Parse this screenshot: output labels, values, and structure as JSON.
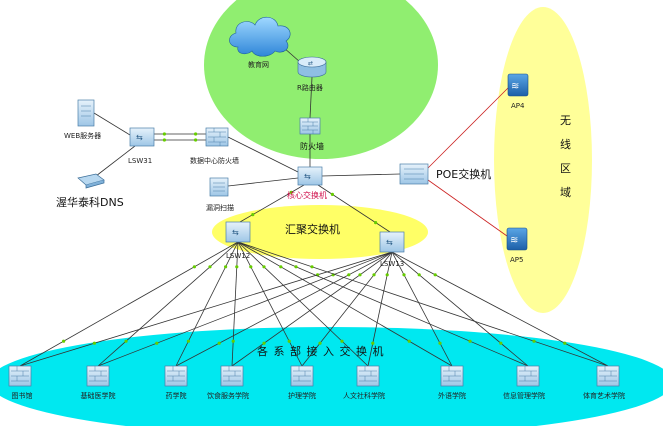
{
  "zones": {
    "wireless_chars": [
      "无",
      "线",
      "区",
      "域"
    ],
    "aggregation_label": "汇聚交换机",
    "access_label": "各 系 部 接 入 交 换 机"
  },
  "nodes": {
    "internet": "教育网",
    "router": "R路由器",
    "firewall": "防火墙",
    "core": "核心交换机",
    "lsw31": "LSW31",
    "web_server": "WEB服务器",
    "dc_firewall": "数据中心防火墙",
    "dns": "渥华泰科DNS",
    "vuln_scan": "漏洞扫描",
    "poe": "POE交换机",
    "ap4": "AP4",
    "ap5": "AP5",
    "lsw12": "LSW12",
    "lsw13": "LSW13"
  },
  "departments": [
    "图书馆",
    "基础医学院",
    "药学院",
    "饮食服务学院",
    "护理学院",
    "人文社科学院",
    "外语学院",
    "信息管理学院",
    "体育艺术学院"
  ],
  "colors": {
    "green_zone": "#90ee70",
    "yellow_zone": "#ffff80",
    "cyan_zone": "#00e8f0",
    "wireless_zone": "#ffff99",
    "link": "#333333",
    "link_red": "#cc2222",
    "link_dot": "#66cc00",
    "core_label": "#d0104c"
  }
}
